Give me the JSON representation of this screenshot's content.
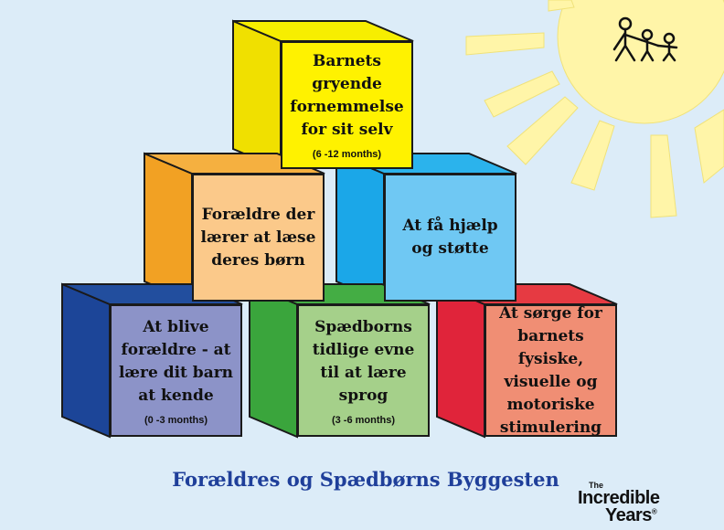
{
  "title": "Forældres og Spædbørns Byggesten",
  "logo": {
    "the": "The",
    "line1": "Incredible",
    "line2": "Years",
    "mark": "®"
  },
  "blocks": {
    "top": {
      "text": "Barnets\ngryende\nfornemmelse\nfor sit selv",
      "sub": "(6 -12 months)",
      "front": "#fff200",
      "side": "#f0e000",
      "top": "#f7ee00"
    },
    "mid_left": {
      "text": "Forældre der\nlærer at læse\nderes børn",
      "sub": "",
      "front": "#fbc98a",
      "side": "#f2a123",
      "top": "#f5b040"
    },
    "mid_right": {
      "text": "At få hjælp\nog støtte",
      "sub": "",
      "front": "#6fc8f3",
      "side": "#1ba7e8",
      "top": "#2bb3ec"
    },
    "bot_left": {
      "text": "At blive\nforældre - at\nlære dit barn\nat kende",
      "sub": "(0 -3 months)",
      "front": "#8c93c8",
      "side": "#1c4598",
      "top": "#224e9e"
    },
    "bot_mid": {
      "text": "Spædborns\ntidlige evne\ntil at lære\nsprog",
      "sub": "(3 -6 months)",
      "front": "#a5d08a",
      "side": "#3aa53c",
      "top": "#44ad44"
    },
    "bot_right": {
      "text": "At sørge for\nbarnets fysiske,\nvisuelle og\nmotoriske\nstimulering",
      "sub": "",
      "front": "#f08e74",
      "side": "#e0243a",
      "top": "#e63a42"
    }
  },
  "colors": {
    "sky": "#dcecf8",
    "sun": "#fff5a8",
    "title": "#1f3f9a"
  },
  "icons": [
    "sun-icon",
    "family-icon"
  ]
}
